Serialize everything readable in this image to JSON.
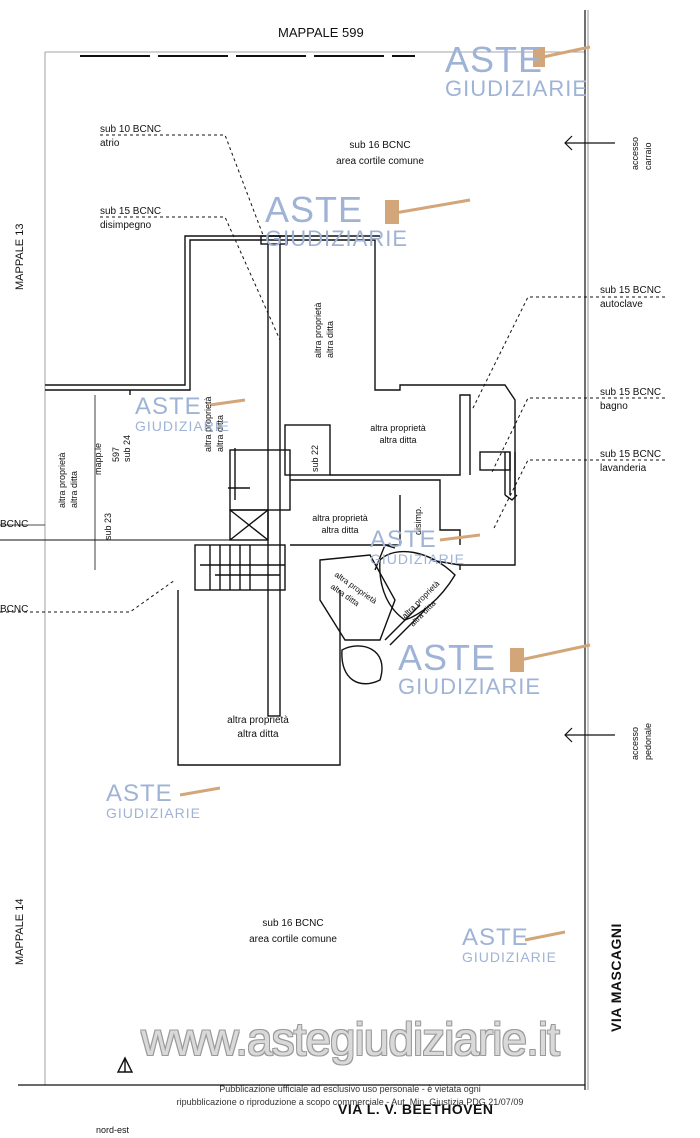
{
  "parcels": {
    "north": "MAPPALE 599",
    "west_upper": "MAPPALE 13",
    "west_lower": "MAPPALE 14"
  },
  "streets": {
    "east": "VIA MASCAGNI",
    "south": "VIA L. V. BEETHOVEN"
  },
  "access": {
    "upper": [
      "accesso",
      "carraio"
    ],
    "lower": [
      "accesso",
      "pedonale"
    ]
  },
  "callouts": {
    "sub10": [
      "sub 10 BCNC",
      "atrio"
    ],
    "sub15_disimpegno": [
      "sub 15 BCNC",
      "disimpegno"
    ],
    "sub15_autoclave": [
      "sub 15 BCNC",
      "autoclave"
    ],
    "sub15_bagno": [
      "sub 15 BCNC",
      "bagno"
    ],
    "sub15_lavanderia": [
      "sub 15 BCNC",
      "lavanderia"
    ],
    "left_bcnc_1": "BCNC",
    "left_bcnc_2": "BCNC"
  },
  "areas": {
    "sub16_top": [
      "sub 16 BCNC",
      "area cortile comune"
    ],
    "sub16_bottom": [
      "sub 16 BCNC",
      "area cortile comune"
    ],
    "altra_1": [
      "altra proprietà",
      "altra ditta"
    ],
    "altra_2": [
      "altra proprietà",
      "altra ditta"
    ],
    "altra_3": [
      "altra proprietà",
      "altra ditta"
    ],
    "altra_4": [
      "altra proprietà",
      "altra ditta"
    ],
    "altra_5": [
      "altra proprietà",
      "altra ditta"
    ],
    "altra_6": [
      "altra proprietà",
      "altra ditta"
    ],
    "altra_7": [
      "altra proprietà",
      "altra ditta"
    ],
    "altra_8": [
      "altra proprietà",
      "altra ditta"
    ],
    "sub22": "sub 22",
    "sub23": "sub 23",
    "sub24": [
      "mapp.le",
      "597",
      "sub 24"
    ],
    "disimp": "disimp."
  },
  "north_label": "nord-est",
  "watermark": {
    "brand": "ASTE",
    "brand_sub": "GIUDIZIARIE",
    "site": "www.astegiudiziarie.it",
    "notice_line1": "Pubblicazione ufficiale ad esclusivo uso personale - è vietata ogni",
    "notice_line2": "ripubblicazione o riproduzione a scopo commerciale - Aut. Min. Giustizia PDG 21/07/09"
  },
  "colors": {
    "ink": "#111111",
    "watermark": "#9fb3d6",
    "gavel": "#d2a679"
  }
}
